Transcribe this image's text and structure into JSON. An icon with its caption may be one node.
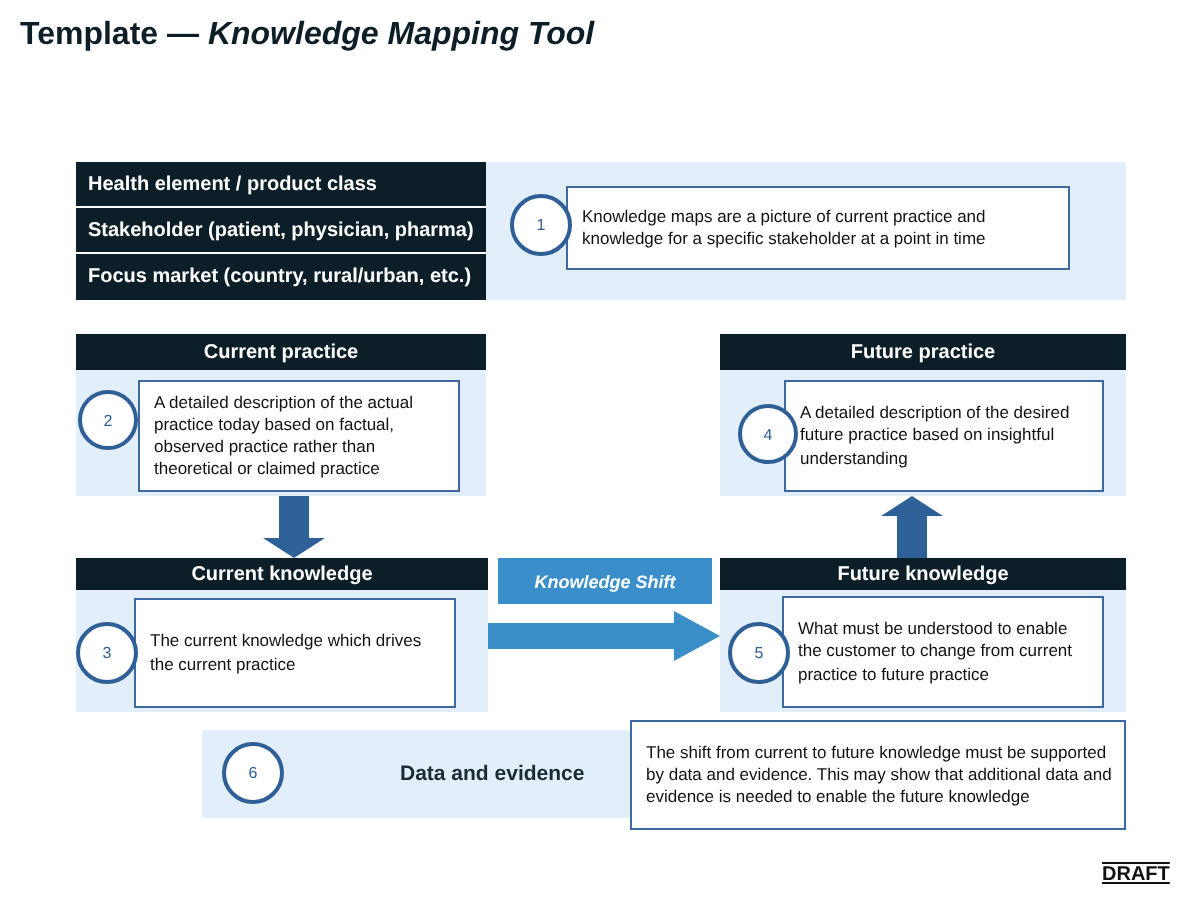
{
  "diagram": {
    "title": "Template — *Knowledge Mapping Tool*",
    "nodes": [
      {
        "text": [
          "Health element / product class"
        ]
      },
      {
        "text": [
          "Stakeholder (patient, physician, pharma)"
        ]
      },
      {
        "text": [
          "Focus market (country, rural/urban, etc.)"
        ]
      },
      {
        "text": [],
        "shape": "box"
      },
      {
        "text": [
          "1"
        ],
        "in": 3
      },
      {
        "text": [
          "Knowledge maps are a picture of current practice and knowledge for a specific stakeholder at a point in time"
        ],
        "in": 3
      },
      {
        "text": [
          "Current practice"
        ]
      },
      {
        "text": [
          "2"
        ],
        "in": 6
      },
      {
        "text": [
          "A detailed description of the actual practice today based on factual, observed practice rather than theoretical or claimed practice"
        ],
        "in": 6
      },
      {
        "text": [
          "Future practice"
        ]
      },
      {
        "text": [
          "4"
        ],
        "in": 9
      },
      {
        "text": [
          "A detailed description of the desired future practice based on insightful understanding"
        ],
        "in": 9
      },
      {
        "text": [
          "Current knowledge"
        ]
      },
      {
        "text": [
          "3"
        ],
        "in": 12
      },
      {
        "text": [
          "The current knowledge which drives the current practice"
        ],
        "in": 12
      },
      {
        "text": [
          "Knowledge Shift"
        ]
      },
      {
        "text": [
          "Future knowledge"
        ]
      },
      {
        "text": [
          "5"
        ],
        "in": 16
      },
      {
        "text": [
          "What must be understood to enable the customer to change from current practice to future practice"
        ],
        "in": 16
      },
      {
        "text": [
          "Data and evidence"
        ]
      },
      {
        "text": [
          "6"
        ],
        "in": 19
      },
      {
        "text": [
          "The shift from current to future knowledge must be supported by data and evidence. This may show that additional data and evidence is needed to enable the future knowledge"
        ]
      }
    ],
    "edges": [
      {
        "from": 6,
        "to": 12,
        "arrow": "to"
      },
      {
        "from": 16,
        "to": 9,
        "arrow": "to"
      },
      {
        "from": 12,
        "to": 16,
        "arrow": "to",
        "color": "#3a8fc8"
      }
    ],
    "labels": [
      "DRAFT"
    ]
  }
}
